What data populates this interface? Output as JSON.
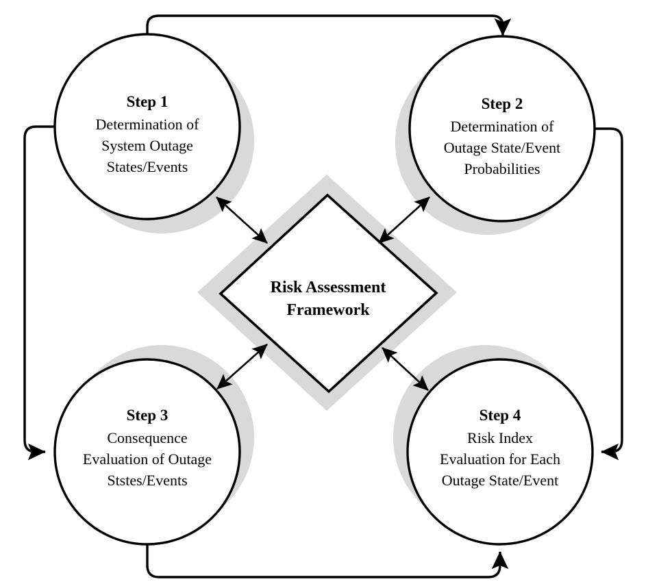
{
  "diagram": {
    "title": "Risk Assessment Framework",
    "center": {
      "label_line_1": "Risk Assessment",
      "label_line_2": "Framework",
      "shape": "diamond"
    },
    "nodes": [
      {
        "id": "step-1",
        "heading": "Step 1",
        "lines": [
          "Determination of",
          "System Outage",
          "States/Events"
        ],
        "position": "top-left",
        "shadow_direction": "down-right"
      },
      {
        "id": "step-2",
        "heading": "Step 2",
        "lines": [
          "Determination of",
          "Outage State/Event",
          "Probabilities"
        ],
        "position": "top-right",
        "shadow_direction": "down-left"
      },
      {
        "id": "step-3",
        "heading": "Step 3",
        "lines": [
          "Consequence",
          "Evaluation of Outage",
          "Ststes/Events"
        ],
        "position": "bottom-left",
        "shadow_direction": "up-right"
      },
      {
        "id": "step-4",
        "heading": "Step 4",
        "lines": [
          "Risk Index",
          "Evaluation for Each",
          "Outage State/Event"
        ],
        "position": "bottom-right",
        "shadow_direction": "up-left"
      }
    ],
    "connectors": [
      {
        "id": "top-connector",
        "from": "step-1",
        "to": "step-2",
        "style": "single-arrow",
        "route": "over-the-top"
      },
      {
        "id": "right-connector",
        "from": "step-2",
        "to": "step-4",
        "style": "single-arrow",
        "route": "down-right-side"
      },
      {
        "id": "bottom-connector",
        "from": "step-3",
        "to": "step-4",
        "style": "single-arrow",
        "route": "under-the-bottom"
      },
      {
        "id": "left-connector",
        "from": "step-1",
        "to": "step-3",
        "style": "single-arrow",
        "route": "down-left-side"
      },
      {
        "id": "center-connector-1",
        "from": "step-1",
        "to": "center",
        "style": "double-arrow",
        "route": "diagonal"
      },
      {
        "id": "center-connector-2",
        "from": "step-2",
        "to": "center",
        "style": "double-arrow",
        "route": "diagonal"
      },
      {
        "id": "center-connector-3",
        "from": "step-3",
        "to": "center",
        "style": "double-arrow",
        "route": "diagonal"
      },
      {
        "id": "center-connector-4",
        "from": "step-4",
        "to": "center",
        "style": "double-arrow",
        "route": "diagonal"
      }
    ],
    "colors": {
      "background": "#ffffff",
      "stroke": "#000000",
      "shadow": "#d9d9d9",
      "fill": "#ffffff"
    }
  }
}
